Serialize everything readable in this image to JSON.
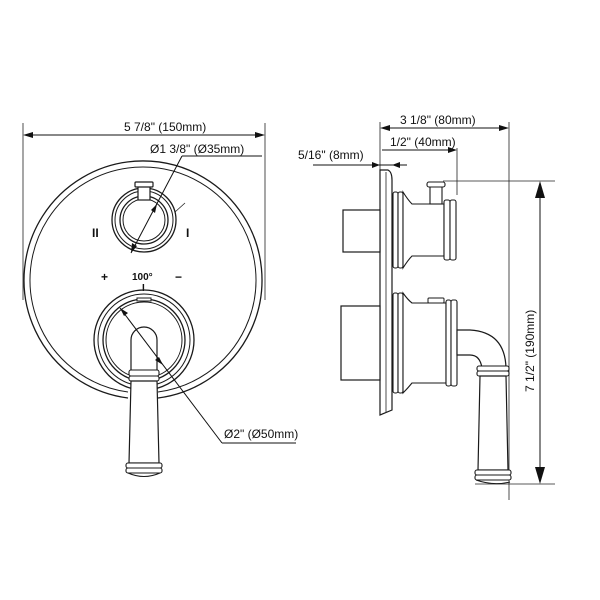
{
  "drawing": {
    "type": "technical-dimension-drawing",
    "subject": "thermostatic shower valve trim with diverter and lever handle",
    "front_view": {
      "overall_width_label": "5 7/8\" (150mm)",
      "diverter_diameter_label": "Ø1 3/8\" (Ø35mm)",
      "handle_diameter_label": "Ø2\" (Ø50mm)",
      "diverter_marks": {
        "left": "II",
        "right": "I"
      },
      "temperature_marks": {
        "plus": "+",
        "center": "100°",
        "minus": "−",
        "tick": "I"
      }
    },
    "side_view": {
      "overall_depth_label": "3 1/8\" (80mm)",
      "diverter_depth_label": "1/2\" (40mm)",
      "plate_thickness_label": "5/16\" (8mm)",
      "overall_height_label": "7 1/2\" (190mm)"
    },
    "colors": {
      "line": "#1a1a1a",
      "background": "#ffffff"
    }
  }
}
